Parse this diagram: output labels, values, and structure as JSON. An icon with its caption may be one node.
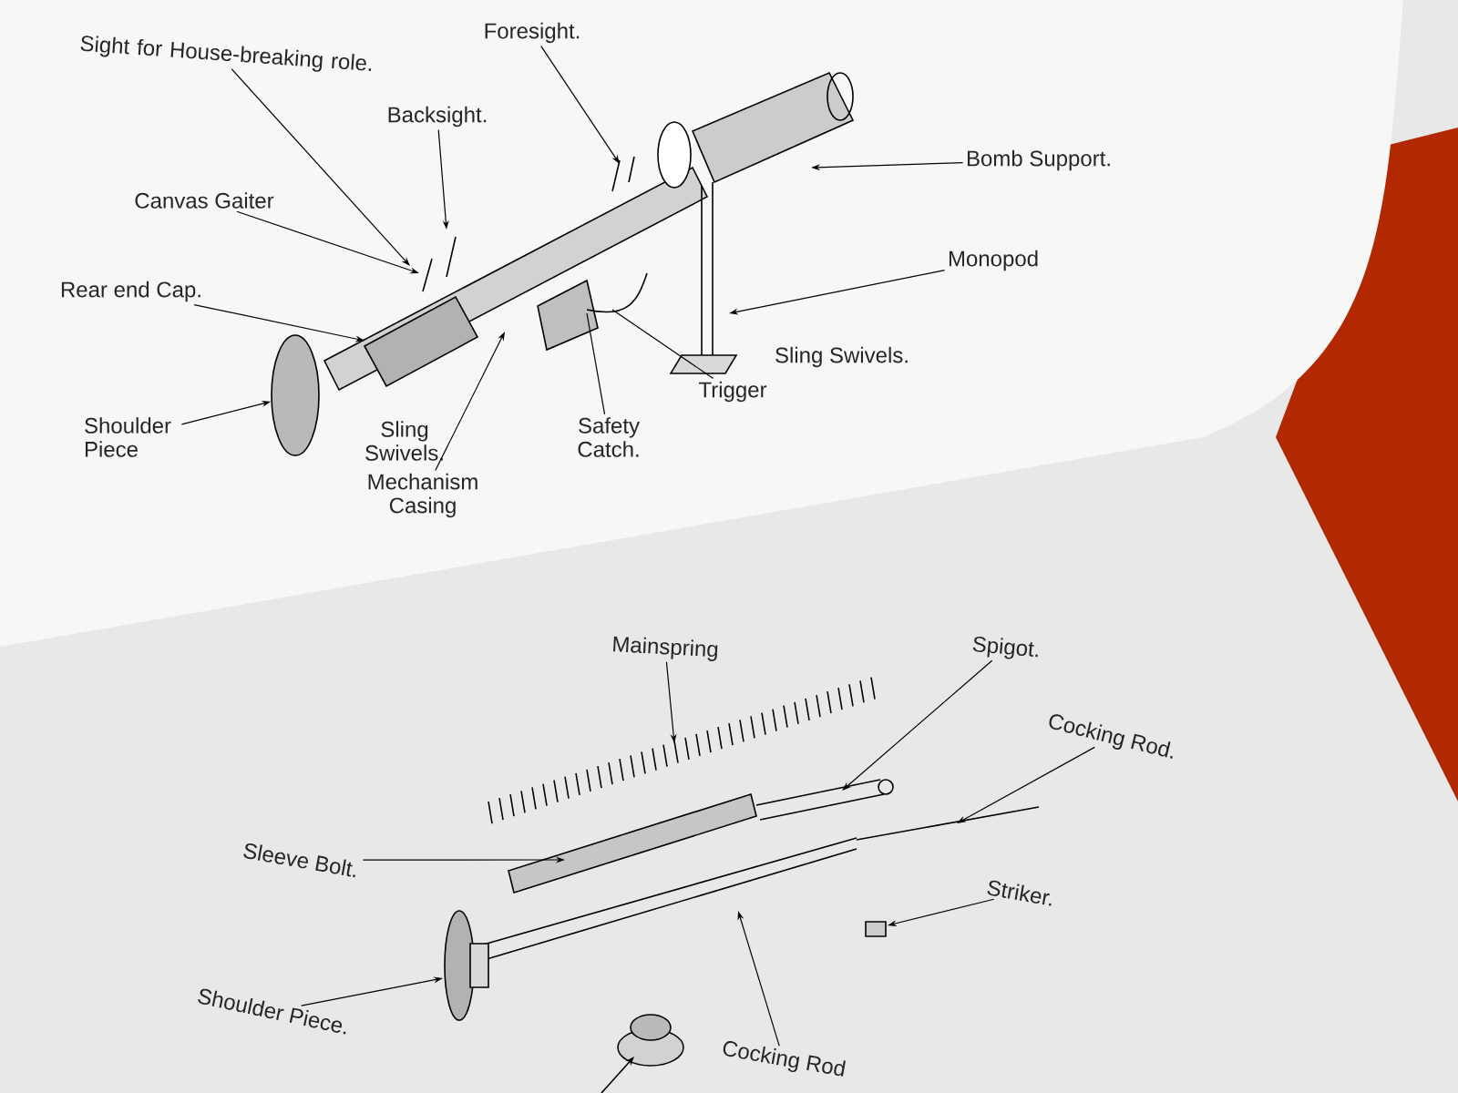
{
  "diagram": {
    "nodes": [
      {
        "text": [
          "Sight for House-breaking role."
        ]
      },
      {
        "text": [
          "Foresight."
        ]
      },
      {
        "text": [
          "Backsight."
        ]
      },
      {
        "text": [
          "Canvas Gaiter"
        ]
      },
      {
        "text": [
          "Rear end Cap."
        ]
      },
      {
        "text": [
          "Shoulder Piece"
        ]
      },
      {
        "text": [
          "Mechanism Casing"
        ]
      },
      {
        "text": [
          "Safety Catch."
        ]
      },
      {
        "text": [
          "Trigger"
        ]
      },
      {
        "text": [
          "Bomb Support."
        ]
      },
      {
        "text": [
          "Monopod"
        ]
      },
      {
        "text": [
          "Mainspring"
        ]
      },
      {
        "text": [
          "Spigot."
        ]
      },
      {
        "text": [
          "Sleeve Bolt."
        ]
      },
      {
        "text": [
          "Cocking Rod."
        ]
      },
      {
        "text": [
          "Striker."
        ]
      },
      {
        "text": [
          "Shoulder Piece."
        ]
      },
      {
        "text": [
          "Cocking Rod"
        ]
      },
      {
        "text": [],
        "shape": "circle"
      }
    ],
    "edges": [
      {
        "from": 0,
        "to": null,
        "arrow": "to"
      },
      {
        "from": 1,
        "to": null,
        "arrow": "to"
      },
      {
        "from": 2,
        "to": null,
        "arrow": "to"
      },
      {
        "from": 3,
        "to": null,
        "arrow": "to"
      },
      {
        "from": 4,
        "to": null,
        "arrow": "to"
      },
      {
        "from": 5,
        "to": 18,
        "arrow": "to"
      },
      {
        "from": 6,
        "to": null,
        "arrow": "to"
      },
      {
        "from": 7,
        "to": null,
        "arrow": "none"
      },
      {
        "from": 8,
        "to": null,
        "arrow": "none"
      },
      {
        "from": 9,
        "to": null,
        "arrow": "to"
      },
      {
        "from": 10,
        "to": null,
        "arrow": "to"
      },
      {
        "from": 11,
        "to": null,
        "arrow": "to"
      },
      {
        "from": 12,
        "to": null,
        "arrow": "to"
      },
      {
        "from": 13,
        "to": null,
        "arrow": "to"
      },
      {
        "from": 14,
        "to": null,
        "arrow": "to"
      },
      {
        "from": 15,
        "to": null,
        "arrow": "to"
      },
      {
        "from": 16,
        "to": null,
        "arrow": "to"
      },
      {
        "from": 17,
        "to": null,
        "arrow": "to"
      }
    ],
    "labels": [
      "Sling Swivels.",
      "Sling Swivels."
    ]
  }
}
